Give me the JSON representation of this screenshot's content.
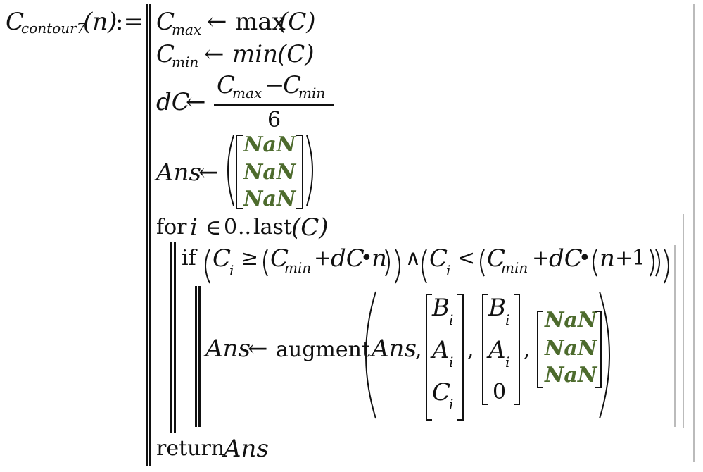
{
  "func": {
    "C": "C",
    "sub": "contour7",
    "arg": "(n)",
    "assign": ":="
  },
  "l1": {
    "C": "C",
    "sub": "max",
    "arrow": "←",
    "fn": "max",
    "arg": "(C)"
  },
  "l2": {
    "C": "C",
    "sub": "min",
    "arrow": "←",
    "fn": "min",
    "arg": "(C)"
  },
  "l3": {
    "lhs": "dC",
    "arrow": "←",
    "numC1": "C",
    "numS1": "max",
    "minus": "−",
    "numC2": "C",
    "numS2": "min",
    "den": "6"
  },
  "l4": {
    "lhs": "Ans",
    "arrow": "←",
    "v1": "NaN",
    "v2": "NaN",
    "v3": "NaN"
  },
  "l5": {
    "kw": "for",
    "var": "i",
    "in": "∈",
    "start": "0",
    "range": "..",
    "fn": "last",
    "arg": "(C)"
  },
  "l6": {
    "kw": "if",
    "C": "C",
    "i": "i",
    "ge": "≥",
    "Cmin": "C",
    "min": "min",
    "plus": "+",
    "dC": "dC",
    "dot": "•",
    "n": "n",
    "and": "∧",
    "C2": "C",
    "i2": "i",
    "lt": "<",
    "Cmin2": "C",
    "min2": "min",
    "plus2": "+",
    "dC2": "dC",
    "dot2": "•",
    "n2": "n",
    "plus3": "+",
    "one": "1"
  },
  "l7": {
    "lhs": "Ans",
    "arrow": "←",
    "fn": "augment",
    "arg1": "Ans",
    "comma": ",",
    "m1": [
      "B",
      "A",
      "C"
    ],
    "m1i": "i",
    "m2": [
      "B",
      "A",
      "0"
    ],
    "m2i": "i",
    "m3": [
      "NaN",
      "NaN",
      "NaN"
    ]
  },
  "l8": {
    "kw": "return",
    "val": "Ans"
  }
}
